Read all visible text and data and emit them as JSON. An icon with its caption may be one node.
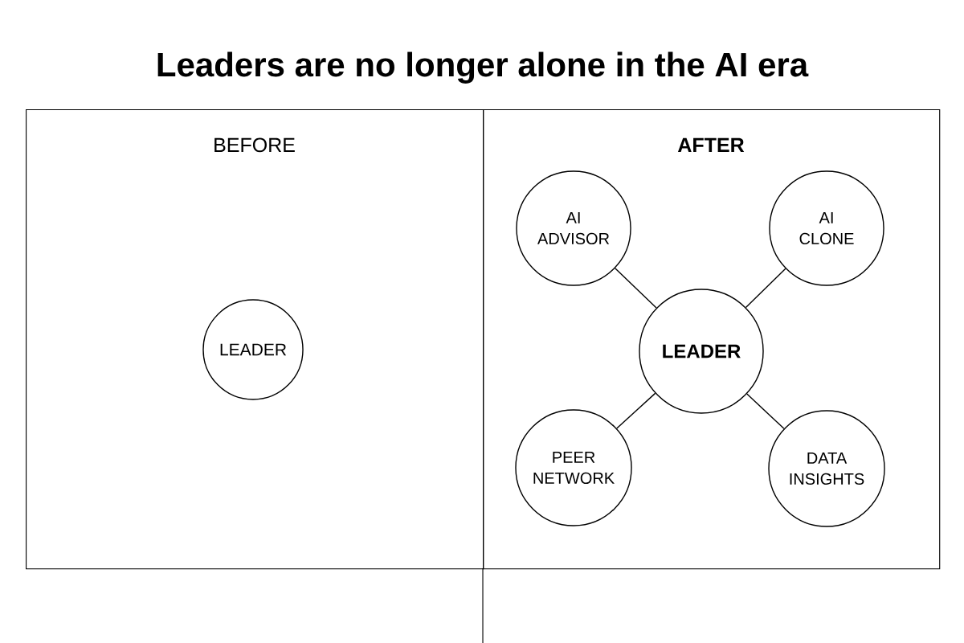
{
  "diagram": {
    "title": "Leaders are no longer alone in the AI era",
    "nodes": [
      {
        "text": [
          "BEFORE"
        ]
      },
      {
        "text": [
          "LEADER"
        ],
        "in": 0
      },
      {
        "text": [
          "AFTER"
        ]
      },
      {
        "text": [
          "AI ADVISOR"
        ],
        "in": 2
      },
      {
        "text": [
          "AI CLONE"
        ],
        "in": 2
      },
      {
        "text": [
          "LEADER"
        ],
        "in": 2
      },
      {
        "text": [
          "PEER NETWORK"
        ],
        "in": 2
      },
      {
        "text": [
          "DATA INSIGHTS"
        ],
        "in": 2
      }
    ],
    "edges": [
      {
        "from": 5,
        "to": 3,
        "arrow": "none"
      },
      {
        "from": 5,
        "to": 4,
        "arrow": "none"
      },
      {
        "from": 5,
        "to": 6,
        "arrow": "none"
      },
      {
        "from": 5,
        "to": 7,
        "arrow": "none"
      }
    ]
  }
}
